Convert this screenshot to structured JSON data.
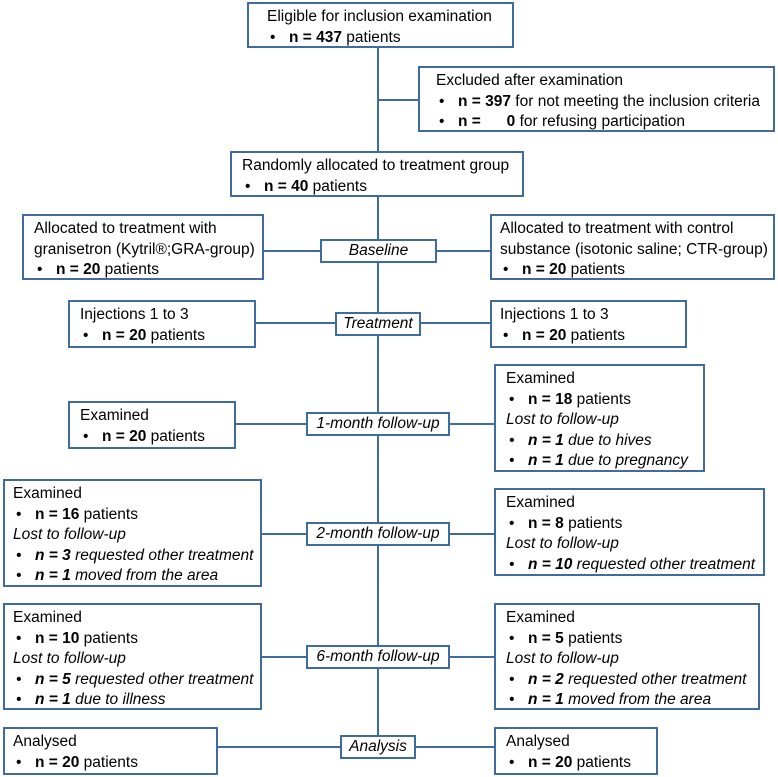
{
  "eligible": {
    "title": "Eligible for inclusion examination",
    "n_label": "n = 437",
    "n_suffix": " patients"
  },
  "excluded": {
    "title": "Excluded after examination",
    "criteria": {
      "n_label": "n = 397",
      "text": " for not meeting the inclusion criteria"
    },
    "refusal": {
      "n_label": "n =      0",
      "text": " for refusing participation"
    }
  },
  "randomized": {
    "title": "Randomly allocated to treatment group",
    "n_label": "n = 40",
    "n_suffix": " patients"
  },
  "stages": {
    "baseline": "Baseline",
    "treatment": "Treatment",
    "month1": "1-month follow-up",
    "month2": "2-month follow-up",
    "month6": "6-month follow-up",
    "analysis": "Analysis"
  },
  "gra": {
    "allocated": {
      "line1": "Allocated to treatment with",
      "line2": "granisetron (Kytril®;GRA-group)",
      "n_label": "n = 20",
      "n_suffix": " patients"
    },
    "injections": {
      "title": "Injections 1 to 3",
      "n_label": "n = 20",
      "n_suffix": " patients"
    },
    "month1": {
      "title": "Examined",
      "n_label": "n = 20",
      "n_suffix": " patients"
    },
    "month2": {
      "title": "Examined",
      "n_label": "n = 16",
      "n_suffix": " patients",
      "lost": "Lost to follow-up",
      "reasons": [
        "n = 3 requested other treatment",
        "n = 1 moved from the area"
      ]
    },
    "month6": {
      "title": "Examined",
      "n_label": "n = 10",
      "n_suffix": " patients",
      "lost": "Lost to follow-up",
      "reasons": [
        "n = 5 requested other treatment",
        "n = 1 due to illness"
      ]
    },
    "analysed": {
      "title": "Analysed",
      "n_label": "n = 20",
      "n_suffix": " patients"
    }
  },
  "ctr": {
    "allocated": {
      "line1": "Allocated to treatment with control",
      "line2": "substance (isotonic saline; CTR-group)",
      "n_label": "n = 20",
      "n_suffix": " patients"
    },
    "injections": {
      "title": "Injections 1 to 3",
      "n_label": "n = 20",
      "n_suffix": " patients"
    },
    "month1": {
      "title": "Examined",
      "n_label": "n = 18",
      "n_suffix": " patients",
      "lost": "Lost to follow-up",
      "reasons": [
        "n = 1 due to hives",
        "n = 1 due to pregnancy"
      ]
    },
    "month2": {
      "title": "Examined",
      "n_label": "n = 8",
      "n_suffix": " patients",
      "lost": "Lost to follow-up",
      "reasons": [
        "n = 10 requested other treatment"
      ]
    },
    "month6": {
      "title": "Examined",
      "n_label": "n = 5",
      "n_suffix": " patients",
      "lost": "Lost to follow-up",
      "reasons": [
        "n = 2 requested other treatment",
        "n = 1 moved from the area"
      ]
    },
    "analysed": {
      "title": "Analysed",
      "n_label": "n = 20",
      "n_suffix": " patients"
    }
  },
  "colors": {
    "border": "#3f6b9e",
    "line": "#3f6b9e"
  }
}
